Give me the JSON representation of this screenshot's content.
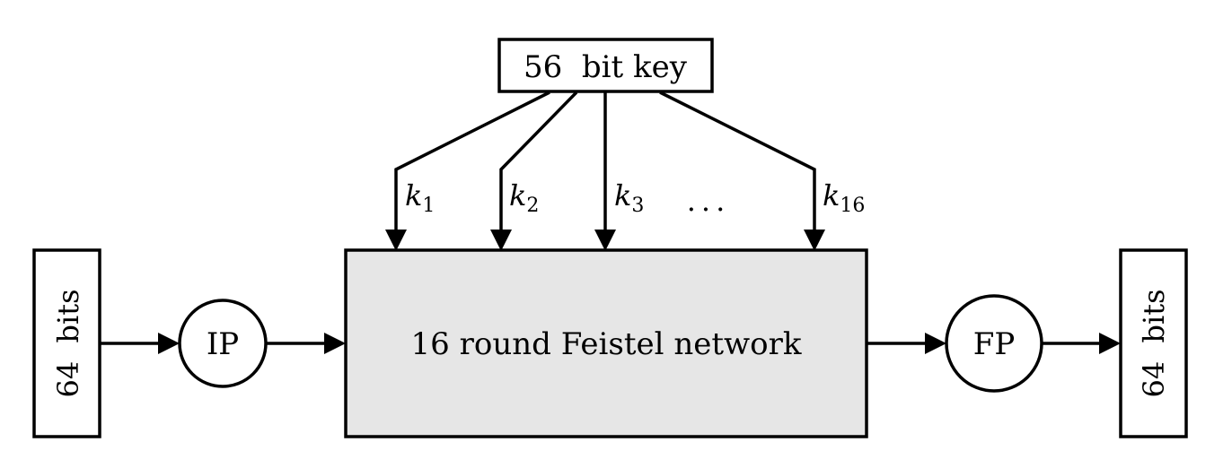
{
  "diagram": {
    "key_label": "56  bit key",
    "input_label": "64  bits",
    "output_label": "64  bits",
    "ip_label": "IP",
    "fp_label": "FP",
    "feistel_label": "16 round Feistel network",
    "ellipsis": "...",
    "subkeys": [
      {
        "base": "k",
        "sub": "1"
      },
      {
        "base": "k",
        "sub": "2"
      },
      {
        "base": "k",
        "sub": "3"
      },
      {
        "base": "k",
        "sub": "16"
      }
    ],
    "colors": {
      "stroke": "#000000",
      "feistel_fill": "#e6e6e6",
      "background": "#ffffff"
    }
  }
}
